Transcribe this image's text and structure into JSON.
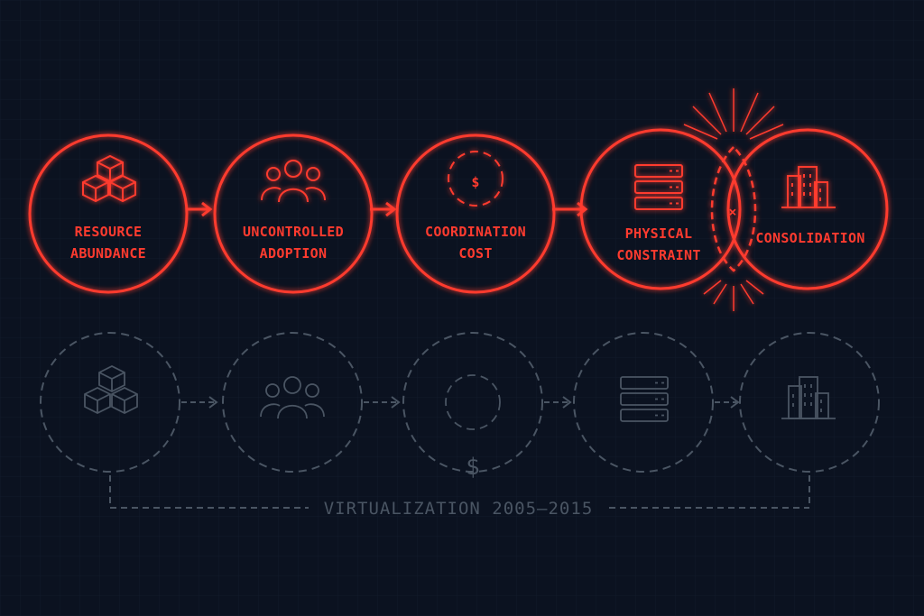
{
  "top_row": {
    "nodes": [
      {
        "label_line1": "RESOURCE",
        "label_line2": "ABUNDANCE",
        "icon": "cubes-icon"
      },
      {
        "label_line1": "UNCONTROLLED",
        "label_line2": "ADOPTION",
        "icon": "people-icon"
      },
      {
        "label_line1": "COORDINATION",
        "label_line2": "COST",
        "icon": "dollar-icon"
      },
      {
        "label_line1": "PHYSICAL",
        "label_line2": "CONSTRAINT",
        "icon": "server-rack-icon"
      },
      {
        "label_line1": "CONSOLIDATION",
        "label_line2": "",
        "icon": "buildings-icon"
      }
    ],
    "collision_marker": "×"
  },
  "bottom_row": {
    "icons": [
      "cubes-icon",
      "people-icon",
      "dollar-icon",
      "server-rack-icon",
      "buildings-icon"
    ],
    "caption": "VIRTUALIZATION 2005–2015"
  },
  "colors": {
    "background": "#0b1220",
    "accent_red": "#ff3b2f",
    "muted_gray": "#4a5563"
  }
}
